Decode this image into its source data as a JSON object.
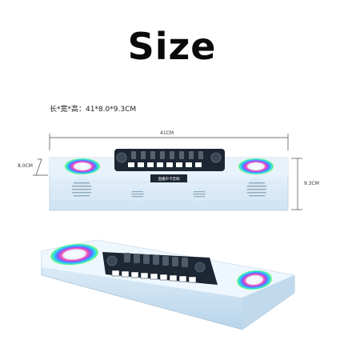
{
  "title": "Size",
  "dimensions_text": "长*宽*高：41*8.0*9.3CM",
  "width_label": "41CM",
  "height_label": "8.0CM",
  "depth_label": "9.3CM",
  "panel_label": "直播声卡音响",
  "colors": {
    "speaker_body": "#e4f1fb",
    "speaker_edge": "#b9d3e8",
    "panel_dark": "#1d2733",
    "knob": "#2f3a46",
    "ring_rgb": "rainbow"
  },
  "icons": [
    "rgb-light-ring-icon",
    "speaker-grille-icon",
    "control-knob-icon",
    "dimension-line-icon"
  ]
}
